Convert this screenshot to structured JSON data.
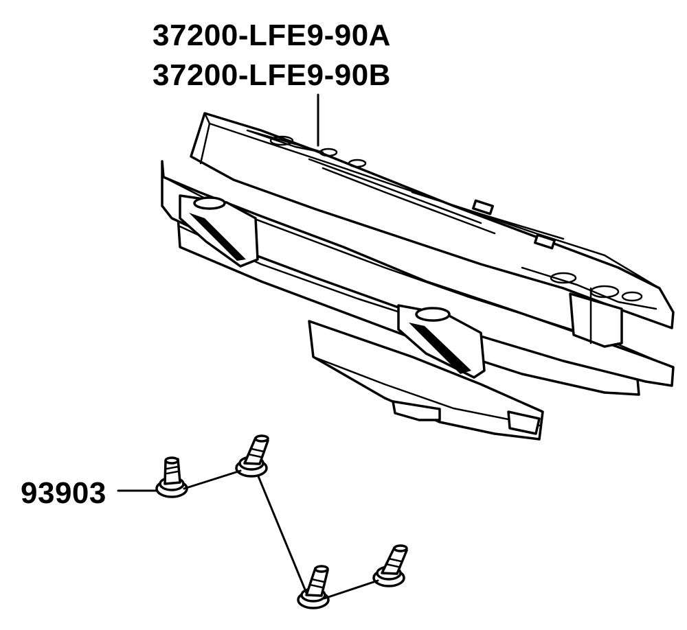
{
  "parts": {
    "meter_assembly": {
      "part_numbers": [
        "37200-LFE9-90A",
        "37200-LFE9-90B"
      ]
    },
    "screw": {
      "part_number": "93903",
      "quantity_shown": 4
    }
  },
  "colors": {
    "line": "#000000",
    "background": "#ffffff"
  }
}
